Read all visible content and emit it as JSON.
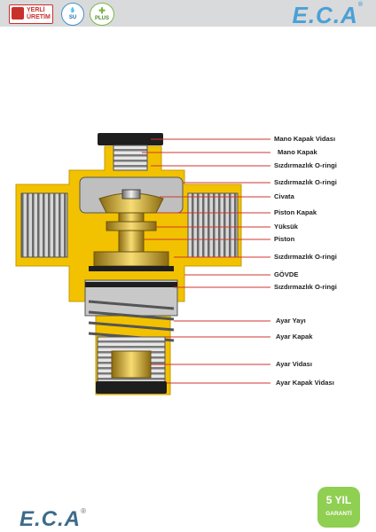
{
  "header": {
    "badge_local_line1": "YERLİ",
    "badge_local_line2": "ÜRETİM",
    "badge_water": "SU",
    "badge_hygiene": "PLUS",
    "logo": "E.C.A",
    "logo_mark": "®"
  },
  "parts": [
    "Mano Kapak Vidası",
    "Mano Kapak",
    "Sızdırmazlık O-ringi",
    "Sızdırmazlık O-ringi",
    "Civata",
    "Piston Kapak",
    "Yüksük",
    "Piston",
    "Sızdırmazlık O-ringi",
    "GÖVDE",
    "Sızdırmazlık O-ringi",
    "Ayar Yayı",
    "Ayar Kapak",
    "Ayar Vidası",
    "Ayar Kapak Vidası"
  ],
  "colors": {
    "body": "#f2c200",
    "leader": "#d0352f",
    "warranty": "#8fcf52",
    "brand": "#4aa0d8"
  },
  "warranty": {
    "years": "5 YIL",
    "label": "GARANTİ"
  },
  "footer": {
    "logo": "E.C.A",
    "logo_mark": "®"
  }
}
